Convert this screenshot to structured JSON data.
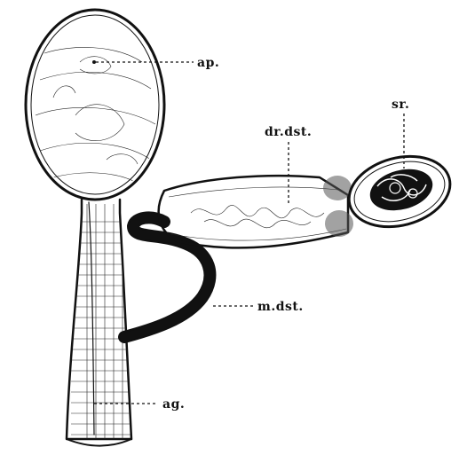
{
  "figure": {
    "labels": {
      "ap": "ap.",
      "sr": "sr.",
      "dr_dst": "dr.dst.",
      "m_dst": "m.dst.",
      "ag": "ag."
    }
  }
}
